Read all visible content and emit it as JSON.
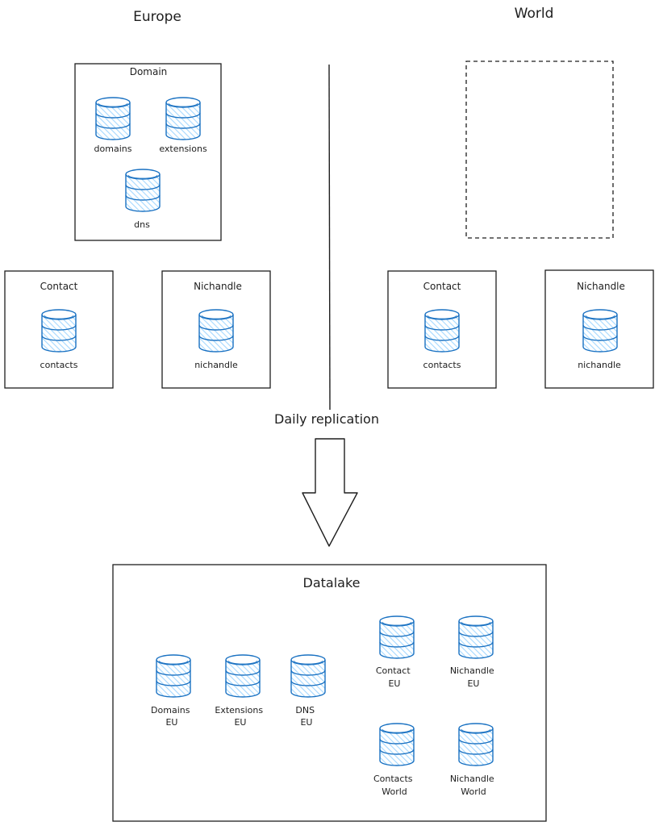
{
  "regions": {
    "left": "Europe",
    "right": "World"
  },
  "europe": {
    "domain_box": {
      "title": "Domain",
      "dbs": [
        "domains",
        "extensions",
        "dns"
      ]
    },
    "contact_box": {
      "title": "Contact",
      "db": "contacts"
    },
    "nichandle_box": {
      "title": "Nichandle",
      "db": "nichandle"
    }
  },
  "world": {
    "contact_box": {
      "title": "Contact",
      "db": "contacts"
    },
    "nichandle_box": {
      "title": "Nichandle",
      "db": "nichandle"
    }
  },
  "replication_label": "Daily replication",
  "datalake": {
    "title": "Datalake",
    "dbs": [
      {
        "line1": "Domains",
        "line2": "EU"
      },
      {
        "line1": "Extensions",
        "line2": "EU"
      },
      {
        "line1": "DNS",
        "line2": "EU"
      },
      {
        "line1": "Contact",
        "line2": "EU"
      },
      {
        "line1": "Nichandle",
        "line2": "EU"
      },
      {
        "line1": "Contacts",
        "line2": "World"
      },
      {
        "line1": "Nichandle",
        "line2": "World"
      }
    ]
  },
  "colors": {
    "db_stroke": "#1971c2",
    "db_fill": "#a5d8ff",
    "ink": "#1e1e1e"
  },
  "icons": {
    "database": "database-icon",
    "arrow": "arrow-down-icon"
  }
}
